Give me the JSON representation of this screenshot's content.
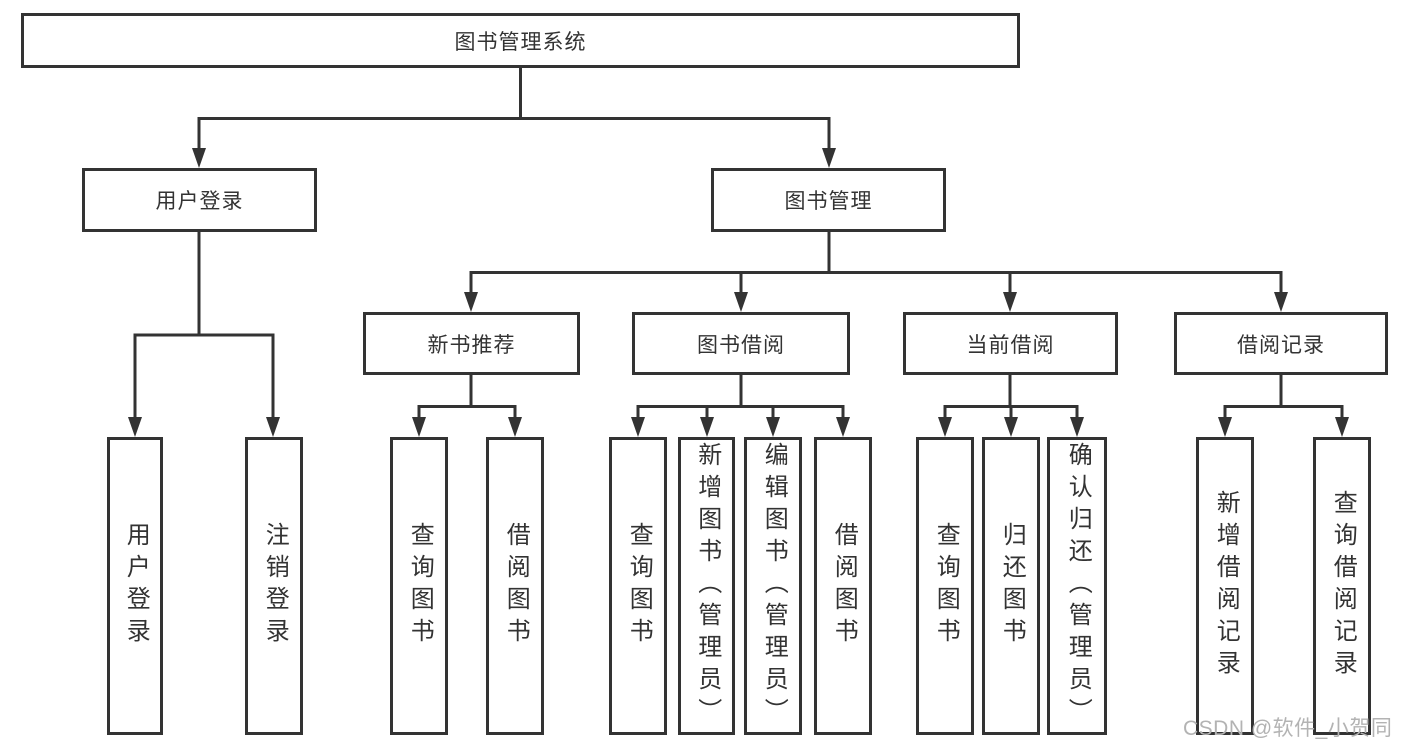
{
  "colors": {
    "line": "#333333",
    "text": "#333333",
    "box-bg": "#ffffff",
    "page-bg": "#ffffff",
    "watermark": "#b3b3b3"
  },
  "watermark": "CSDN @软件_小贺同学",
  "tree": {
    "root": "图书管理系统",
    "branches": [
      {
        "label": "用户登录",
        "leaves": [
          "用户登录",
          "注销登录"
        ]
      },
      {
        "label": "图书管理",
        "groups": [
          {
            "label": "新书推荐",
            "leaves": [
              "查询图书",
              "借阅图书"
            ]
          },
          {
            "label": "图书借阅",
            "leaves": [
              "查询图书",
              "新增图书（管理员）",
              "编辑图书（管理员）",
              "借阅图书"
            ]
          },
          {
            "label": "当前借阅",
            "leaves": [
              "查询图书",
              "归还图书",
              "确认归还（管理员）"
            ]
          },
          {
            "label": "借阅记录",
            "leaves": [
              "新增借阅记录",
              "查询借阅记录"
            ]
          }
        ]
      }
    ]
  }
}
